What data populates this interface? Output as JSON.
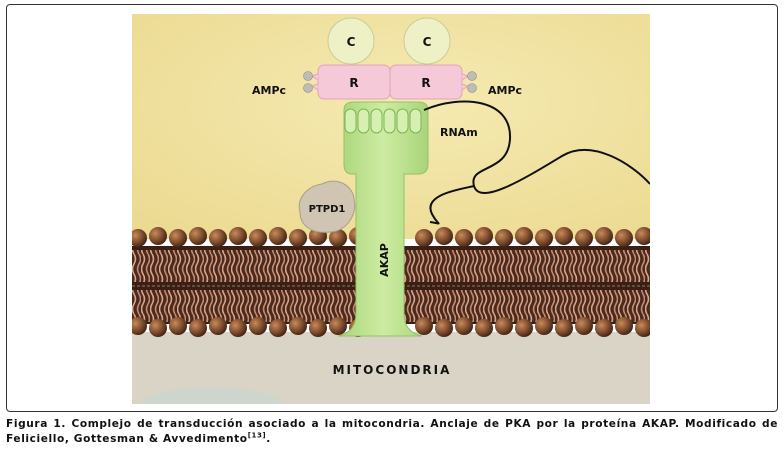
{
  "diagram": {
    "labels": {
      "c_left": "C",
      "c_right": "C",
      "r_left": "R",
      "r_right": "R",
      "ampc_left": "AMPc",
      "ampc_right": "AMPc",
      "rnam": "RNAm",
      "ptpd1": "PTPD1",
      "akap": "AKAP",
      "mitocondria": "MITOCONDRIA"
    },
    "colors": {
      "background": "#f3e7a8",
      "c_subunit": "#eef1c6",
      "r_subunit": "#f6c9d9",
      "akap": "#c3e693",
      "ptpd1": "#cfc5b2",
      "lipid_head": "#7b4a2c",
      "mitochondria": "#d9d4c6"
    }
  },
  "caption": {
    "text": "Figura 1. Complejo de transducción asociado a la mitocondria. Anclaje de PKA por la proteína AKAP. Modificado de Feliciello, Gottesman & Avvedimento",
    "reference": "[13]",
    "end": "."
  }
}
